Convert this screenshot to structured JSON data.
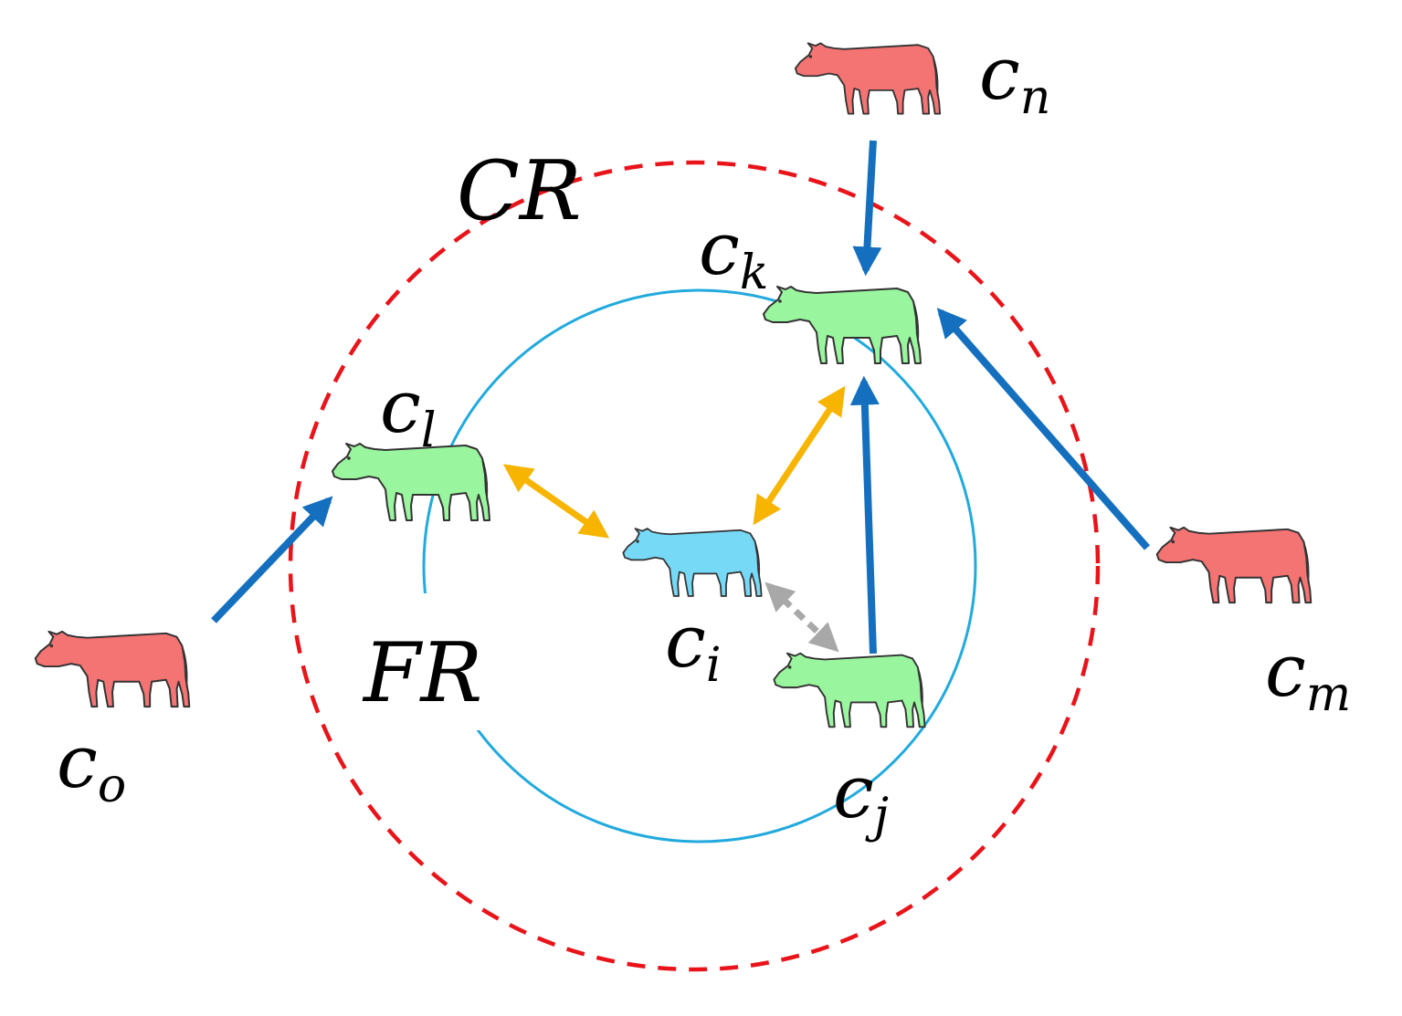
{
  "colors": {
    "collaboration_region": "#e8141a",
    "following_region": "#22aadd",
    "arrow_blue": "#1470be",
    "arrow_orange": "#f7b400",
    "arrow_gray": "#a8a8a8",
    "cow_red": "#f47373",
    "cow_green": "#99f59e",
    "cow_blue": "#76d9f5"
  },
  "regions": {
    "cr_label": "CR",
    "fr_label": "FR"
  },
  "cows": [
    {
      "id": "i",
      "base": "c",
      "sub": "i",
      "color": "cow_blue"
    },
    {
      "id": "j",
      "base": "c",
      "sub": "j",
      "color": "cow_green"
    },
    {
      "id": "k",
      "base": "c",
      "sub": "k",
      "color": "cow_green"
    },
    {
      "id": "l",
      "base": "c",
      "sub": "l",
      "color": "cow_green"
    },
    {
      "id": "m",
      "base": "c",
      "sub": "m",
      "color": "cow_red"
    },
    {
      "id": "n",
      "base": "c",
      "sub": "n",
      "color": "cow_red"
    },
    {
      "id": "o",
      "base": "c",
      "sub": "o",
      "color": "cow_red"
    }
  ],
  "links": [
    {
      "from": "o",
      "to": "l",
      "style": "blue-arrow"
    },
    {
      "from": "n",
      "to": "k",
      "style": "blue-arrow"
    },
    {
      "from": "m",
      "to": "k",
      "style": "blue-arrow"
    },
    {
      "from": "j",
      "to": "k",
      "style": "blue-arrow"
    },
    {
      "from": "i",
      "to": "l",
      "style": "orange-double"
    },
    {
      "from": "i",
      "to": "k",
      "style": "orange-double"
    },
    {
      "from": "i",
      "to": "j",
      "style": "gray-dashed-double"
    }
  ]
}
